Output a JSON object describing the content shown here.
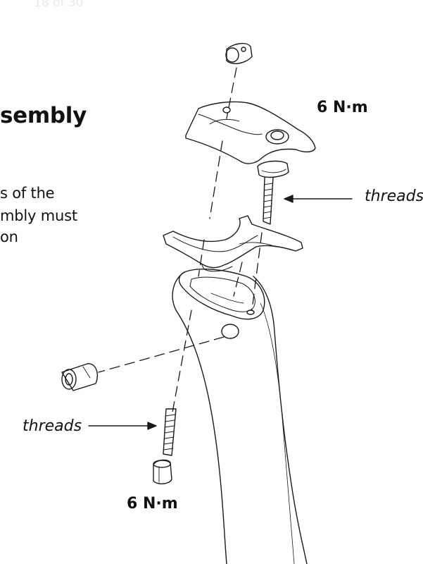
{
  "page_header": "18 of 30",
  "heading": "sembly",
  "body_lines": [
    "s of the",
    "mbly must",
    "on"
  ],
  "torque_top": "6 N·m",
  "torque_bottom": "6 N·m",
  "callout_top": "threads",
  "callout_bottom": "threads"
}
